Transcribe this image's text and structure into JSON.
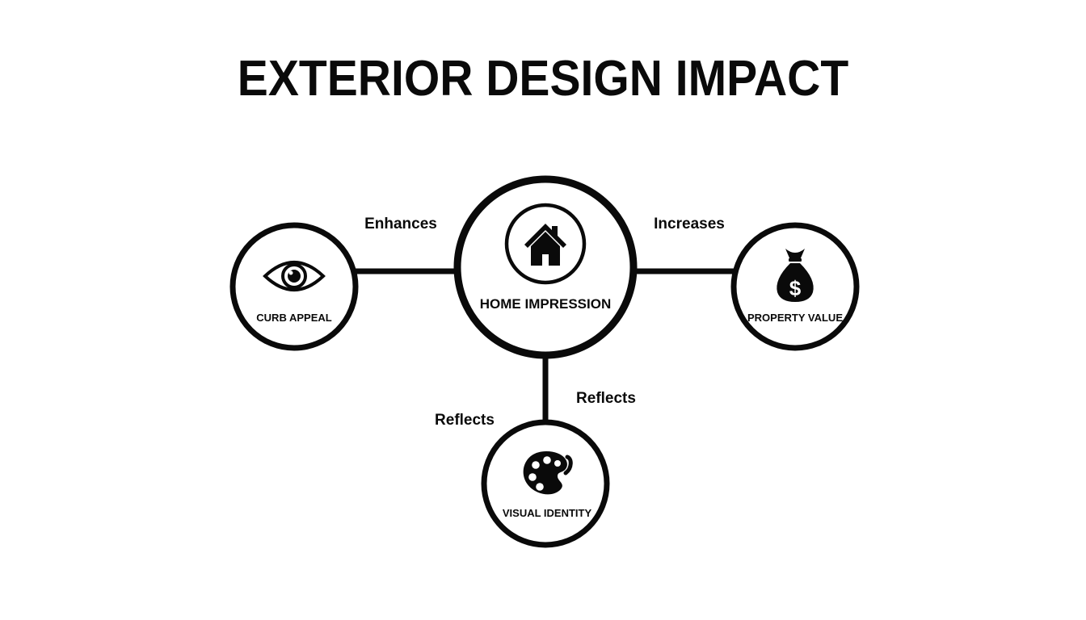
{
  "title": "EXTERIOR DESIGN IMPACT",
  "nodes": {
    "center": {
      "label": "HOME IMPRESSION",
      "icon": "house-icon"
    },
    "left": {
      "label": "CURB APPEAL",
      "icon": "eye-icon"
    },
    "right": {
      "label": "PROPERTY VALUE",
      "icon": "money-bag-icon"
    },
    "bottom": {
      "label": "VISUAL IDENTITY",
      "icon": "palette-icon"
    }
  },
  "edges": {
    "left": "Enhances",
    "right": "Increases",
    "bottom_right": "Reflects",
    "bottom_left": "Reflects"
  },
  "colors": {
    "ink": "#0a0a0a",
    "background": "#ffffff"
  }
}
